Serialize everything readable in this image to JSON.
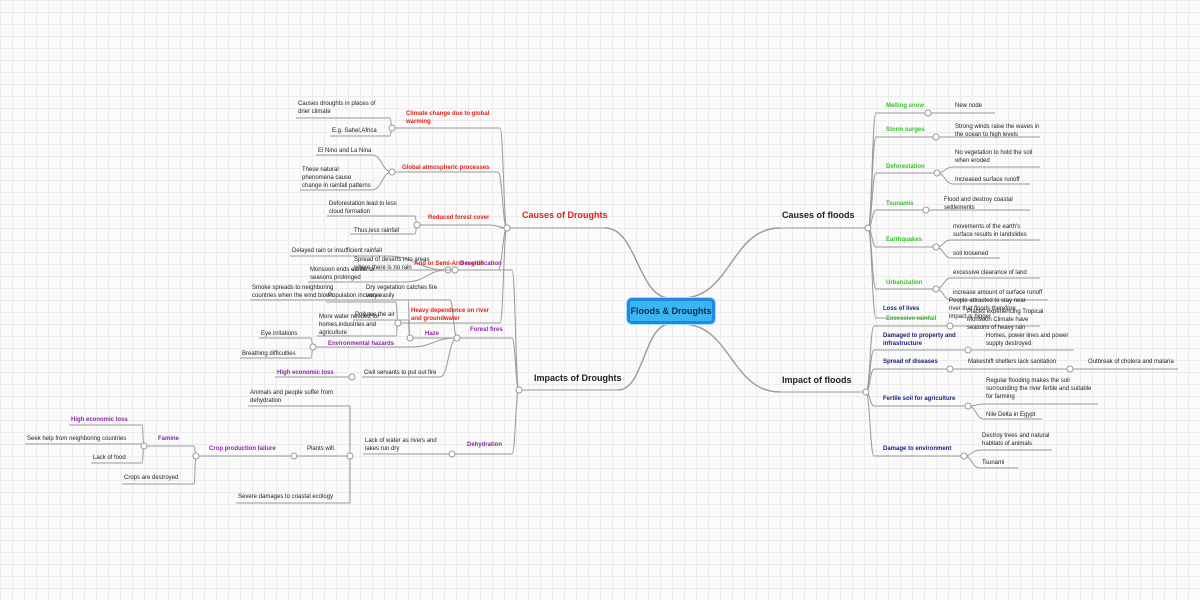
{
  "colors": {
    "red": "#e32119",
    "green": "#37c12a",
    "navy": "#1a237e",
    "purple": "#8e24aa",
    "text": "#222222",
    "line": "#9a9a9a"
  },
  "central": "Floods & Droughts",
  "causes_droughts": {
    "title": "Causes of Droughts",
    "climate": {
      "label": "Climate change due to global warming",
      "child1": "Causes droughts in places of drier climate",
      "child2": "E.g. Sahel,Africa"
    },
    "atmos": {
      "label": "Global atmospheric processes",
      "child1": "El Nino and La Nina",
      "child2": "These natural phenomena cause change in rainfall patterns"
    },
    "forest": {
      "label": "Reduced forest cover",
      "child1": "Deforestation lead to less cloud formation",
      "child2": "Thus,less rainfall"
    },
    "arid": {
      "label": "Arid or Semi-Arid region",
      "child1": "Delayed rain or insufficient rainfall",
      "child2": "Monsoon ends earlier or seasons prolonged"
    },
    "heavy": {
      "label": "Heavy dependence on river and groundwater",
      "child1": "Population increase",
      "child2": "More water needed for homes,industries and agriculture"
    }
  },
  "impacts_droughts": {
    "title": "Impacts of Droughts",
    "desert": {
      "label": "Desertification",
      "child1": "Spread of deserts into areas where there is no rain"
    },
    "fires": {
      "label": "Forest fires",
      "child1": "Dry vegetation catches fire very easily",
      "child2": "Civil servants to put out fire"
    },
    "haze": {
      "label": "Haze",
      "child1": "Smoke spreads to neighboring countries when the wind blows",
      "child2": "Pollutes the air"
    },
    "env": {
      "label": "Environmental hazards",
      "child1": "Eye irritations",
      "child2": "Breathing difficulties"
    },
    "hel1": "High economic loss",
    "dehyd": {
      "label": "Dehydration",
      "child1": "Lack of water as rivers and lakes run dry",
      "child2": "Animals and people suffer from dehydration",
      "child3": "Plants wilt",
      "child4": "Severe damages to coastal ecology"
    },
    "crop": {
      "label": "Crop production failure",
      "child1": "Crops are destroyed"
    },
    "famine": {
      "label": "Famine",
      "child1": "High economic loss",
      "child2": "Seek help from neighboring countries",
      "child3": "Lack of food"
    }
  },
  "causes_floods": {
    "title": "Causes of floods",
    "snow": {
      "label": "Melting snow",
      "child1": "New node"
    },
    "storm": {
      "label": "Storm surges",
      "child1": "Strong winds raise the waves in the ocean to high levels"
    },
    "defor": {
      "label": "Deforestation",
      "child1": "No vegetation to hold the soil when eroded",
      "child2": "Increased surface runoff"
    },
    "tsunamis": {
      "label": "Tsunamis",
      "child1": "Flood and destroy coastal settlements"
    },
    "quakes": {
      "label": "Earthquakes",
      "child1": "movements of the earth's surface results in landslides",
      "child2": "soil loosened"
    },
    "urban": {
      "label": "Urbanization",
      "child1": "excessive clearance of land",
      "child2": "increase amount of surface runoff"
    },
    "rain": {
      "label": "Excessive rainfall",
      "child1": "Places experiencing Tropical Monsoon Climate have seasons of heavy rain"
    }
  },
  "impact_floods": {
    "title": "Impact of floods",
    "lives": {
      "label": "Loss of lives",
      "child1": "People attracted to stay near river that floods therefore impact is bigger"
    },
    "property": {
      "label": "Damaged to property and infrastructure",
      "child1": "Homes, power lines and power supply destroyed"
    },
    "disease": {
      "label": "Spread of diseases",
      "child1": "Makeshift shelters lack sanitation",
      "child2": "Outbreak of cholera and malaria"
    },
    "fertile": {
      "label": "Fertile soil for agriculture",
      "child1": "Regular flooding makes the soil surrounding the river fertile and suitable for farming",
      "child2": "Nile Delta in Egypt"
    },
    "envdmg": {
      "label": "Damage to environment",
      "child1": "Destroy trees and natural habitats of animals",
      "child2": "Tsunami"
    }
  }
}
